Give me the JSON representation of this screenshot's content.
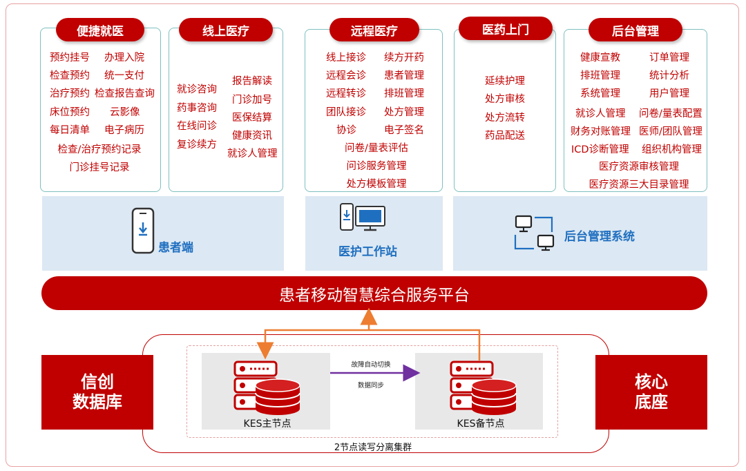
{
  "modules": [
    {
      "title": "便捷就医",
      "items": [
        "预约挂号",
        "办理入院",
        "检查预约",
        "统一支付",
        "治疗预约",
        "检查报告查询",
        "床位预约",
        "云影像",
        "每日清单",
        "电子病历",
        "检查/治疗预约记录",
        "门诊挂号记录"
      ]
    },
    {
      "title": "线上医疗",
      "items": [
        "就诊咨询",
        "药事咨询",
        "在线问诊",
        "复诊续方",
        "报告解读",
        "门诊加号",
        "医保结算",
        "健康资讯",
        "就诊人管理"
      ]
    },
    {
      "title": "远程医疗",
      "items": [
        "线上接诊",
        "续方开药",
        "远程会诊",
        "患者管理",
        "远程转诊",
        "排班管理",
        "团队接诊",
        "处方管理",
        "协诊",
        "电子签名",
        "问卷/量表评估",
        "问诊服务管理",
        "处方模板管理"
      ]
    },
    {
      "title": "医药上门",
      "items": [
        "延续护理",
        "处方审核",
        "处方流转",
        "药品配送"
      ]
    },
    {
      "title": "后台管理",
      "items": [
        "健康宣教",
        "订单管理",
        "排班管理",
        "统计分析",
        "系统管理",
        "用户管理",
        "就诊人管理",
        "问卷/量表配置",
        "财务对账管理",
        "医师/团队管理",
        "ICD诊断管理",
        "组织机构管理",
        "医疗资源审核管理",
        "医疗资源三大目录管理"
      ]
    }
  ],
  "terminals": [
    {
      "label": "患者端",
      "icon": "phone-icon"
    },
    {
      "label": "医护工作站",
      "icon": "workstation-icon"
    },
    {
      "label": "后台管理系统",
      "icon": "network-icon"
    }
  ],
  "platform": "患者移动智慧综合服务平台",
  "left_box": [
    "信创",
    "数据库"
  ],
  "right_box": [
    "核心",
    "底座"
  ],
  "cluster": {
    "primary": "KES主节点",
    "standby": "KES备节点",
    "failover": "故障自动切换",
    "sync": "数据同步",
    "label": "2节点读写分离集群"
  },
  "colors": {
    "accent": "#c00000",
    "band": "#dce8f3",
    "card_border": "#7fbfbf",
    "arrow_orange": "#ed7d31",
    "arrow_purple": "#7030a0",
    "icon_blue": "#1f6fc0"
  }
}
